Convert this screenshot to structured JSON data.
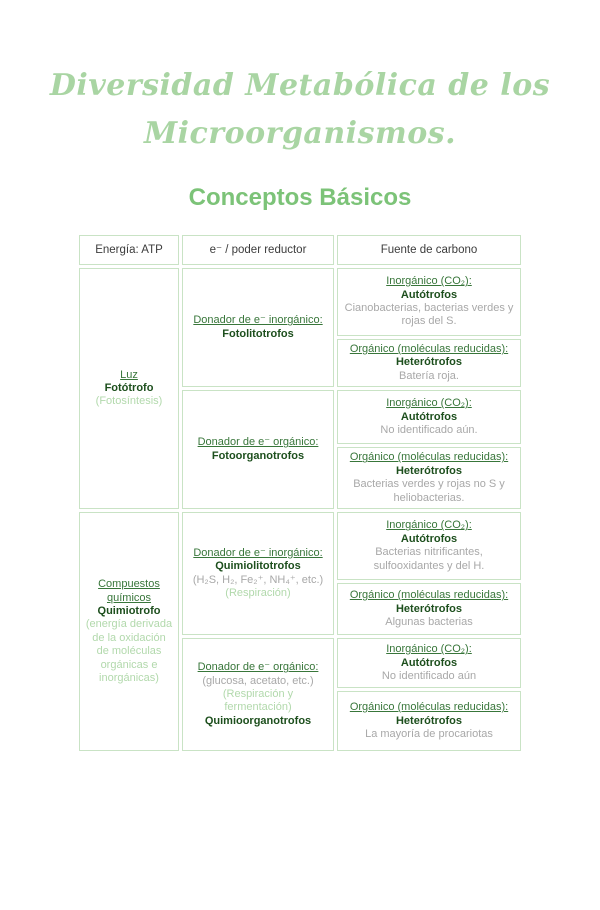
{
  "page": {
    "title_line1": "Diversidad Metabólica de los",
    "title_line2": "Microorganismos.",
    "subtitle": "Conceptos Básicos"
  },
  "colors": {
    "title_green": "#a9d5a3",
    "subtitle_green": "#7cc378",
    "link_green": "#38763a",
    "bold_green": "#1d4f1d",
    "note_green": "#b2d9ac",
    "gray_text": "#a8a8a8",
    "border_green": "#c9e3c5",
    "header_text": "#3c3c3c"
  },
  "table": {
    "headers": [
      "Energía: ATP",
      "e⁻ / poder reductor",
      "Fuente de carbono"
    ],
    "blocks": [
      {
        "energy": {
          "link": "Luz",
          "bold": "Fotótrofo",
          "note": "(Fotosíntesis)"
        },
        "donors": [
          {
            "link": "Donador de e⁻ inorgánico:",
            "bold": "Fotolitotrofos",
            "carbons": [
              {
                "link": "Inorgánico (CO₂):",
                "bold": "Autótrofos",
                "desc": "Cianobacterias, bacterias verdes y rojas del S."
              },
              {
                "link": "Orgánico (moléculas reducidas):",
                "bold": "Heterótrofos",
                "desc": "Batería roja."
              }
            ]
          },
          {
            "link": "Donador de e⁻ orgánico:",
            "bold": "Fotoorganotrofos",
            "carbons": [
              {
                "link": "Inorgánico (CO₂):",
                "bold": "Autótrofos",
                "desc": "No identificado aún."
              },
              {
                "link": "Orgánico (moléculas reducidas):",
                "bold": "Heterótrofos",
                "desc": "Bacterias verdes y rojas no S y heliobacterias."
              }
            ]
          }
        ]
      },
      {
        "energy": {
          "link": "Compuestos químicos",
          "bold": "Quimiotrofo",
          "note": "(energía derivada de la oxidación de moléculas orgánicas e inorgánicas)"
        },
        "donors": [
          {
            "link": "Donador de e⁻ inorgánico:",
            "bold": "Quimiolitotrofos",
            "formula": "(H₂S, H₂, Fe₂⁺, NH₄⁺, etc.)",
            "note": "(Respiración)",
            "carbons": [
              {
                "link": "Inorgánico (CO₂):",
                "bold": "Autótrofos",
                "desc": "Bacterias nitrificantes, sulfooxidantes y del H."
              },
              {
                "link": "Orgánico (moléculas reducidas):",
                "bold": "Heterótrofos",
                "desc": "Algunas bacterias"
              }
            ]
          },
          {
            "link": "Donador de e⁻ orgánico:",
            "formula": "(glucosa, acetato, etc.)",
            "note": "(Respiración y fermentación)",
            "bold": "Quimioorganotrofos",
            "carbons": [
              {
                "link": "Inorgánico (CO₂):",
                "bold": "Autótrofos",
                "desc": "No identificado aún"
              },
              {
                "link": "Orgánico (moléculas reducidas):",
                "bold": "Heterótrofos",
                "desc": "La mayoría de procariotas"
              }
            ]
          }
        ]
      }
    ]
  }
}
